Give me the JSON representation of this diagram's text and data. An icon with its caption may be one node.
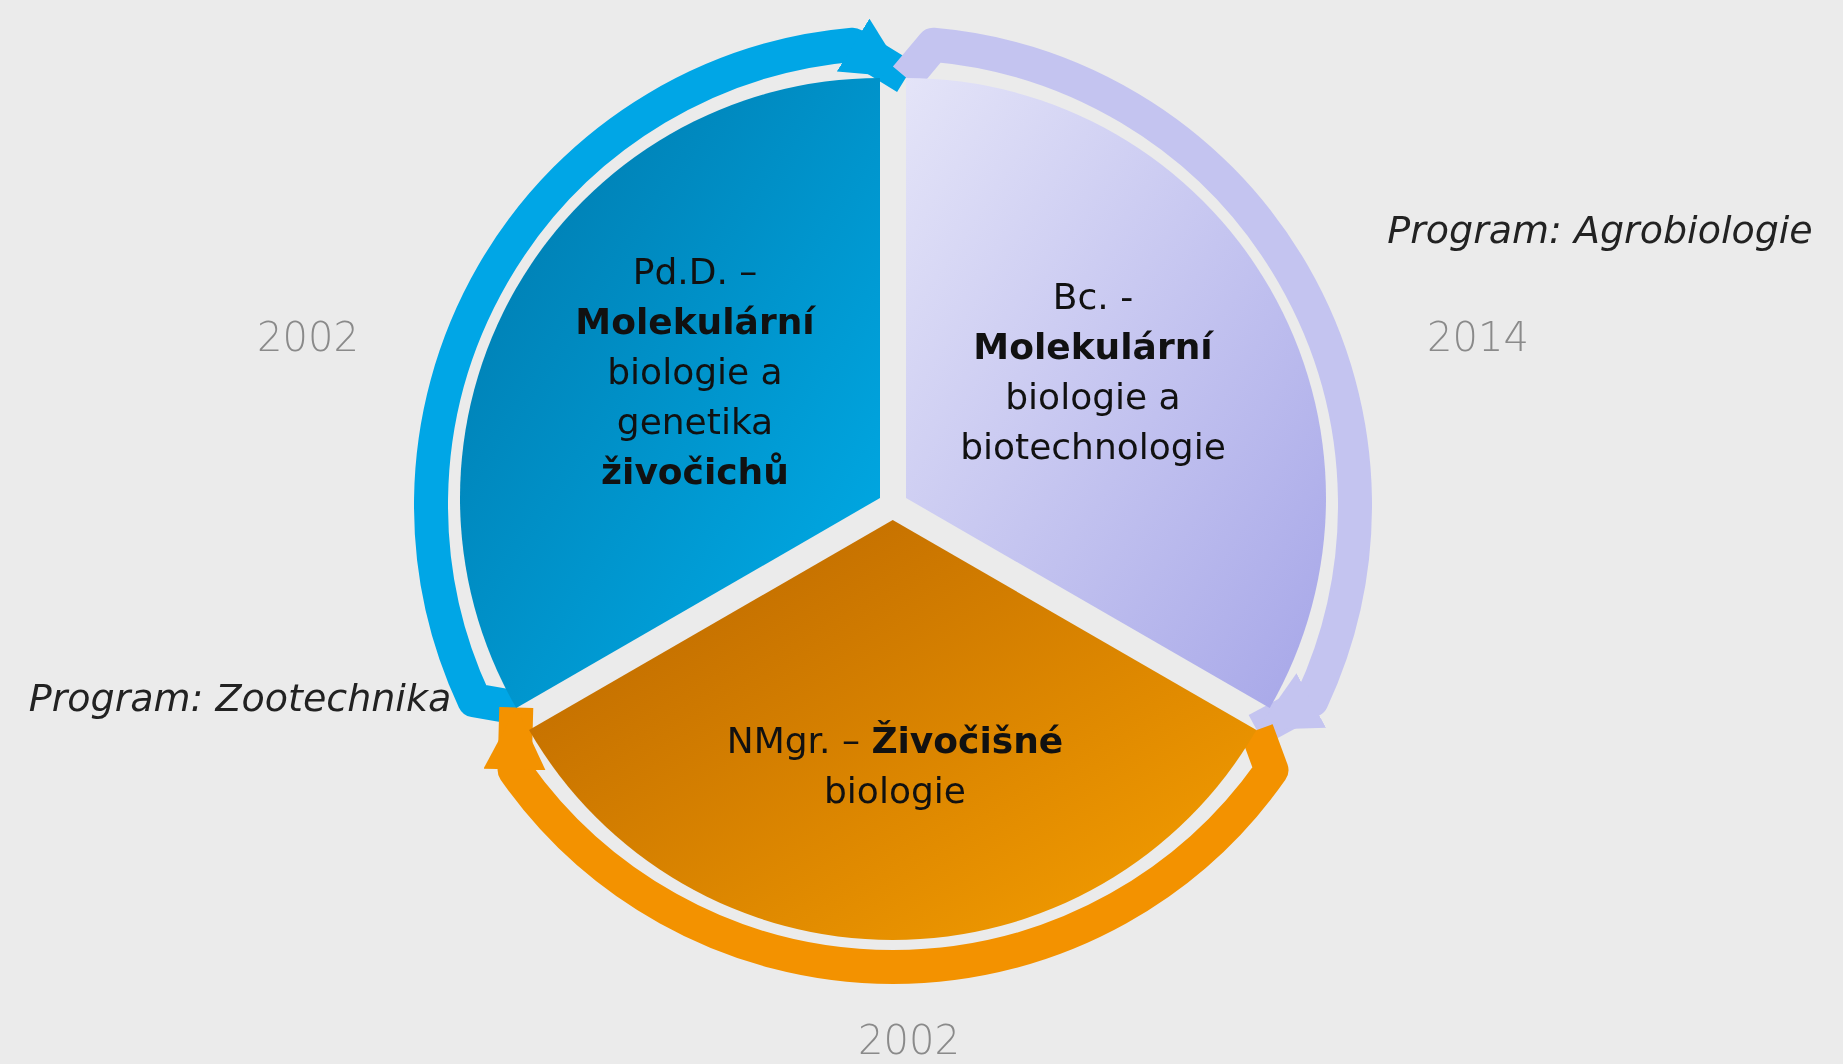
{
  "diagram": {
    "nodes": [
      {
        "text": [
          "Pd.D. – **Molekulární** biologie a genetika **živočichů**"
        ]
      },
      {
        "text": [
          "Bc. - **Molekulární** biologie a biotechnologie"
        ]
      },
      {
        "text": [
          "NMgr. – **Živočišné** biologie"
        ]
      }
    ],
    "edges": [
      {
        "from": 0,
        "to": 1,
        "arrow": "to",
        "color": "#00a6e6"
      },
      {
        "from": 1,
        "to": 2,
        "arrow": "to",
        "color": "#c4c4f0"
      },
      {
        "from": 2,
        "to": 0,
        "arrow": "to",
        "color": "#f39200"
      }
    ],
    "labels": [
      "Program: Agrobiologie",
      "2014",
      "2002",
      "Program: Zootechnika",
      "2002"
    ]
  }
}
